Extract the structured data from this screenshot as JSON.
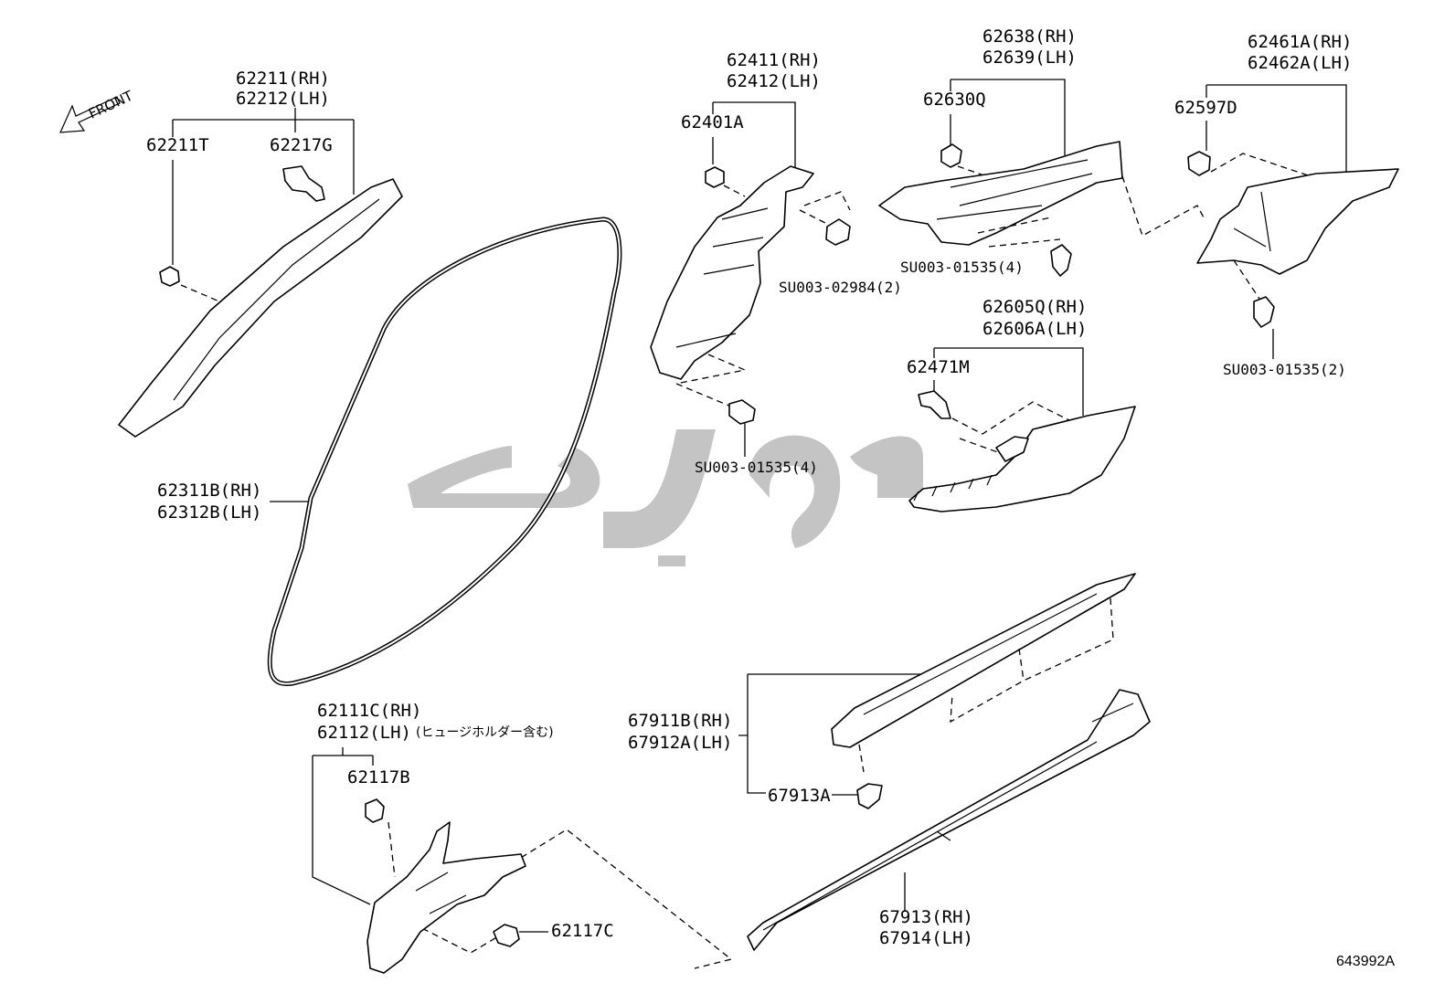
{
  "front_label": "FRONT",
  "labels": {
    "l62211": "62211(RH)",
    "l62212": "62212(LH)",
    "l62211T": "62211T",
    "l62217G": "62217G",
    "l62311B": "62311B(RH)",
    "l62312B": "62312B(LH)",
    "l62411": "62411(RH)",
    "l62412": "62412(LH)",
    "l62401A": "62401A",
    "l_su02984": "SU003-02984(2)",
    "l_su01535_4a": "SU003-01535(4)",
    "l62638": "62638(RH)",
    "l62639": "62639(LH)",
    "l62630Q": "62630Q",
    "l_su01535_4b": "SU003-01535(4)",
    "l62461A": "62461A(RH)",
    "l62462A": "62462A(LH)",
    "l62597D": "62597D",
    "l_su01535_2": "SU003-01535(2)",
    "l62605Q": "62605Q(RH)",
    "l62606A": "62606A(LH)",
    "l62471M": "62471M",
    "l62111C": "62111C(RH)",
    "l62112": "62112(LH)",
    "l62112_note": "(ヒュージホルダー含む)",
    "l62117B": "62117B",
    "l62117C": "62117C",
    "l67911B": "67911B(RH)",
    "l67912A": "67912A(LH)",
    "l67913A": "67913A",
    "l67913": "67913(RH)",
    "l67914": "67914(LH)"
  },
  "diagram_ref": "643992A",
  "watermark_color": "#c4c4c4"
}
